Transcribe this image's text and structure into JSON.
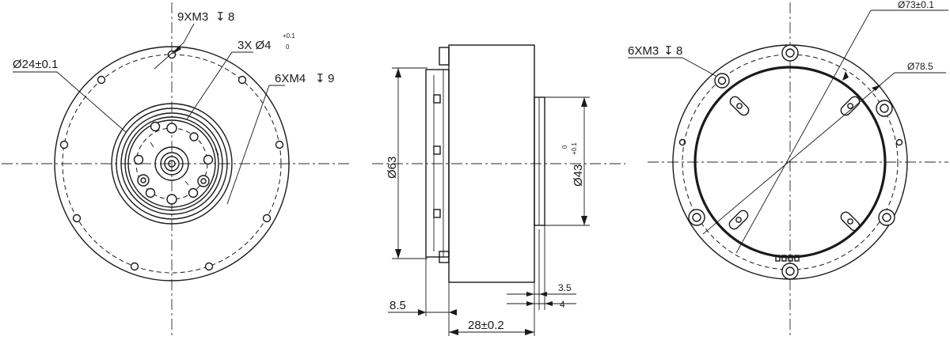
{
  "front_view": {
    "mount_thread": "9XM3",
    "mount_depth": "8",
    "pin_holes_prefix": "3X Ø4",
    "pin_holes_tol_upper": "+0.1",
    "pin_holes_tol_lower": "0",
    "output_thread": "6XM4",
    "output_depth": "9",
    "hub_diameter": "Ø24±0.1"
  },
  "side_view": {
    "body_diameter": "Ø63",
    "shaft_diameter": "Ø43",
    "shaft_tol_upper": "0",
    "shaft_tol_lower": "+0.1",
    "flange_offset": "8.5",
    "length": "28±0.2",
    "step_small": "3.5",
    "step_large": "4"
  },
  "rear_view": {
    "thread": "6XM3",
    "thread_depth": "8",
    "bolt_circle": "Ø73±0.1",
    "outer_circle": "Ø78.5"
  },
  "symbols": {
    "depth_symbol": "↧"
  }
}
